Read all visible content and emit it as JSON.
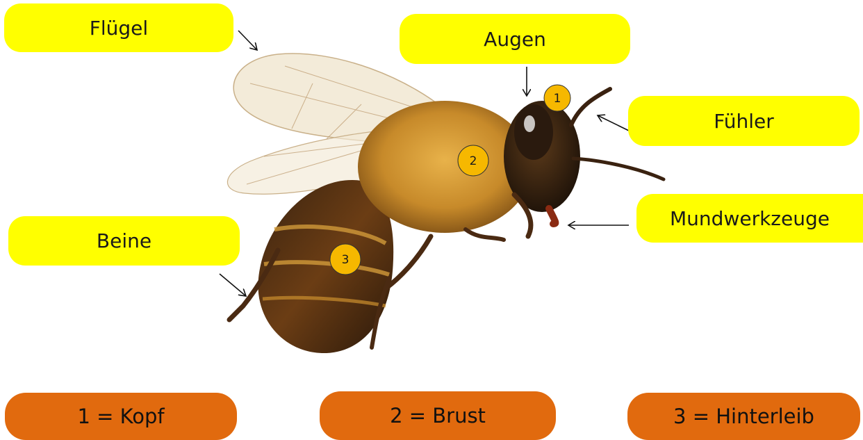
{
  "labels": {
    "wings": "Flügel",
    "eyes": "Augen",
    "antennae": "Fühler",
    "mouthparts": "Mundwerkzeuge",
    "legs": "Beine"
  },
  "markers": {
    "head": "1",
    "thorax": "2",
    "abdomen": "3"
  },
  "legend": {
    "head": "1 = Kopf",
    "thorax": "2 = Brust",
    "abdomen": "3 = Hinterleib"
  },
  "colors": {
    "label_bg": "#ffff00",
    "legend_bg": "#e16a0e",
    "marker_fill": "#f6b800"
  }
}
